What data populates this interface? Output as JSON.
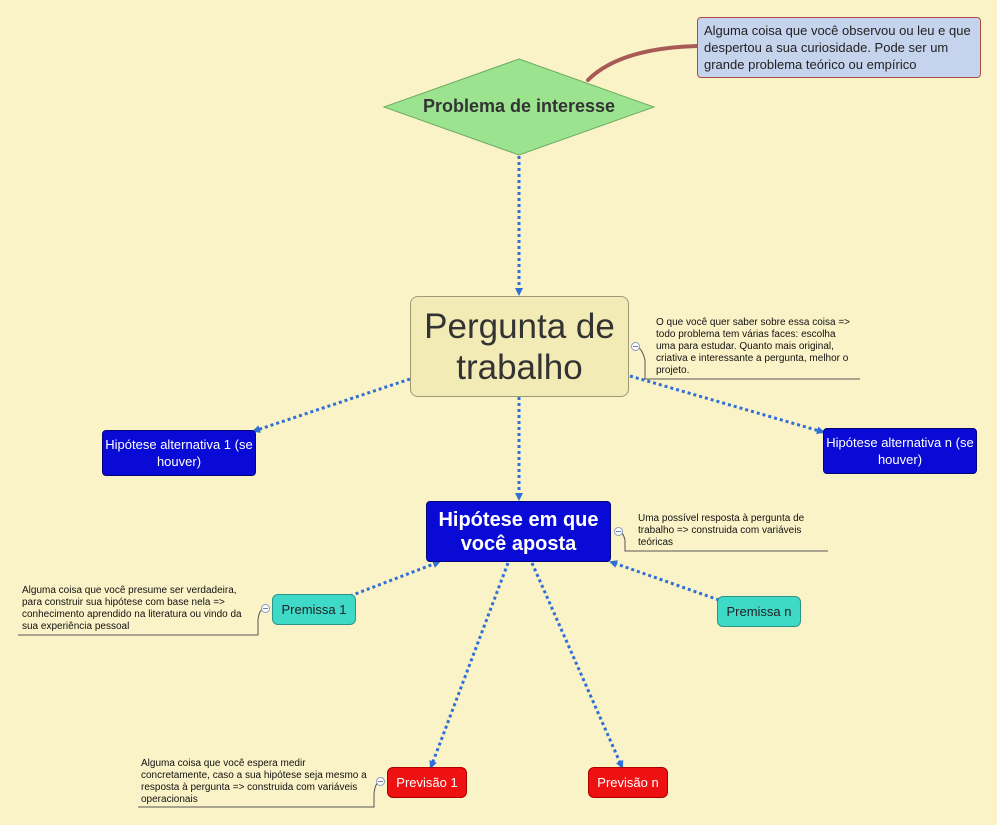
{
  "nodes": {
    "problema": "Problema de interesse",
    "pergunta": "Pergunta de trabalho",
    "hipotese_principal": "Hipótese em que você aposta",
    "hipotese_alt_1": "Hipótese alternativa 1 (se houver)",
    "hipotese_alt_n": "Hipótese alternativa n (se houver)",
    "premissa_1": "Premissa 1",
    "premissa_n": "Premissa n",
    "previsao_1": "Previsão 1",
    "previsao_n": "Previsão n"
  },
  "notes": {
    "problema": "Alguma coisa que você observou ou leu e que despertou a sua curiosidade. Pode ser um grande problema teórico ou empírico",
    "pergunta": "O que você quer saber sobre essa coisa => todo problema tem várias faces: escolha uma para estudar. Quanto mais original, criativa e interessante a pergunta, melhor o projeto.",
    "hipotese": "Uma possível resposta à pergunta de trabalho => construida com variáveis teóricas",
    "premissa": "Alguma coisa que você presume ser verdadeira, para construir sua hipótese com base nela => conhecimento aprendido na literatura ou vindo da sua experiência pessoal",
    "previsao": "Alguma coisa que você espera medir concretamente, caso a sua hipótese seja mesmo a resposta à pergunta => construida com variáveis operacionais"
  },
  "colors": {
    "background": "#fbf3c8",
    "connector": "#2f6fd6",
    "diamond": "#9be38f",
    "pergunta": "#f3ebb6",
    "dark_blue": "#0a0ad6",
    "premissa": "#3fd9c7",
    "previsao": "#ee1111",
    "callout": "#c5d3ec",
    "callout_link": "#a85a55"
  }
}
